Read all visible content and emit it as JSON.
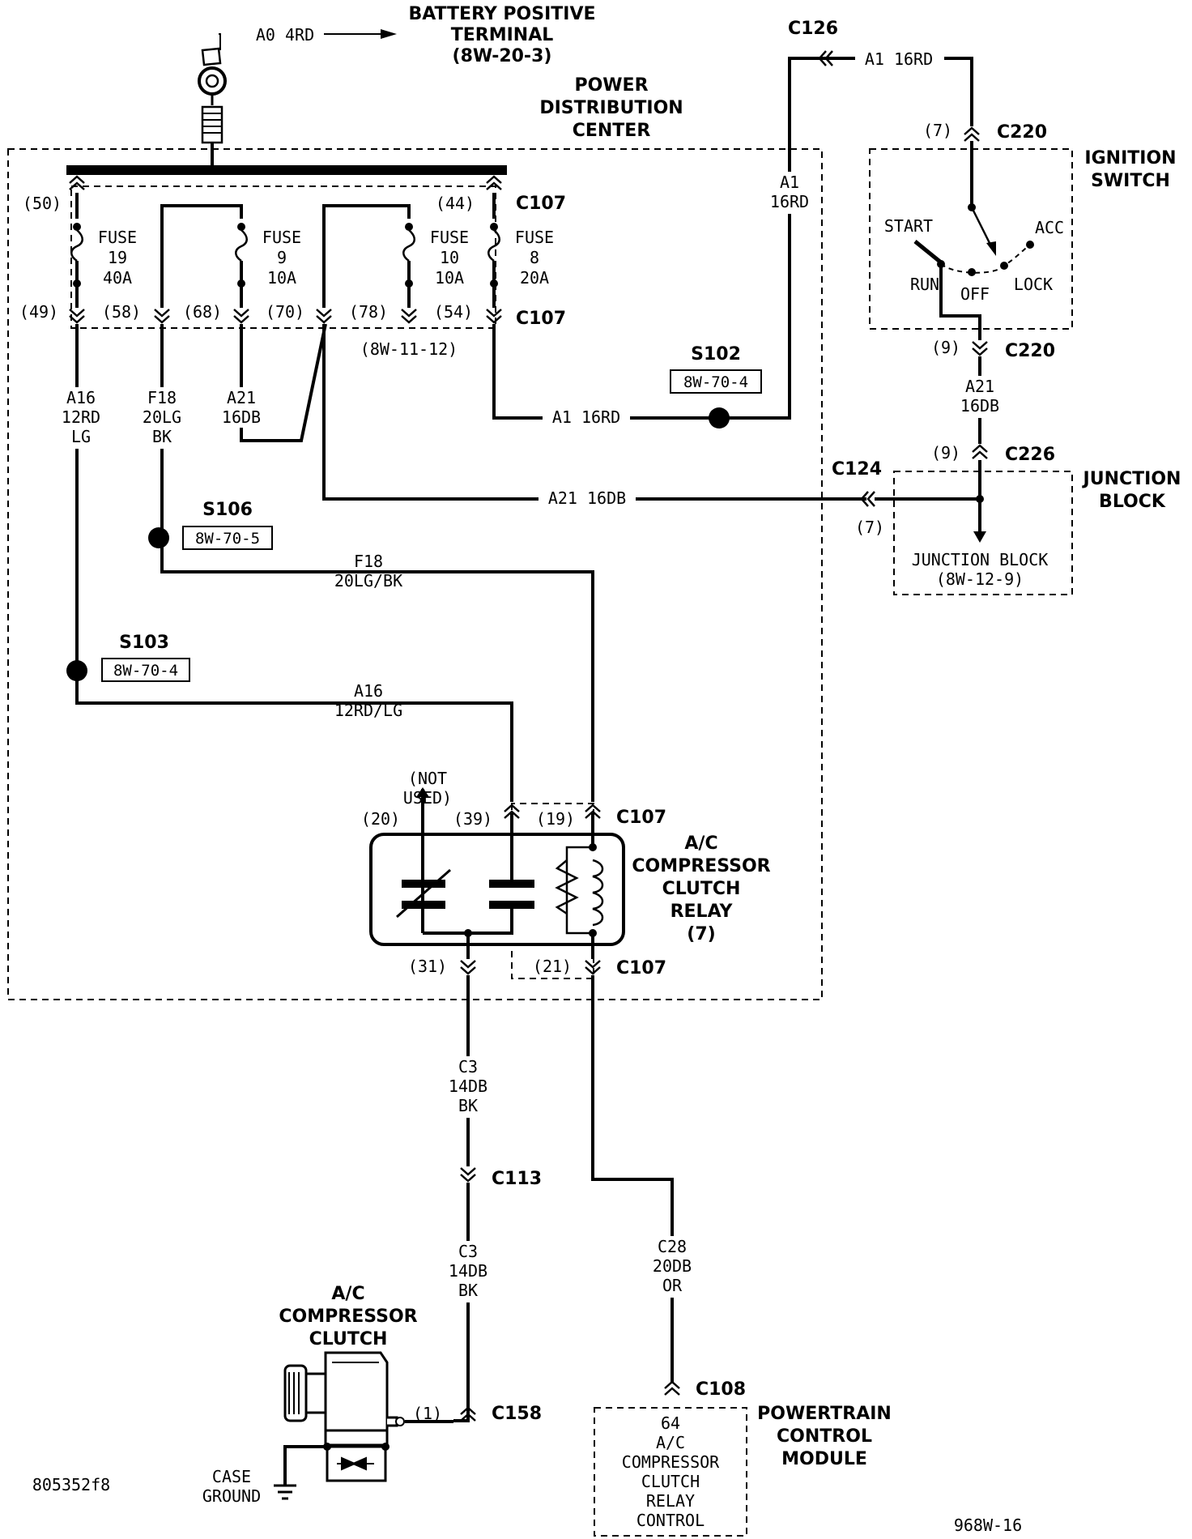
{
  "battery": {
    "wire": "A0 4RD",
    "title_1": "BATTERY POSITIVE",
    "title_2": "TERMINAL",
    "ref": "(8W-20-3)"
  },
  "pdc": {
    "title_1": "POWER",
    "title_2": "DISTRIBUTION",
    "title_3": "CENTER"
  },
  "fuses": [
    {
      "name": "FUSE",
      "number": "19",
      "rating": "40A"
    },
    {
      "name": "FUSE",
      "number": "9",
      "rating": "10A"
    },
    {
      "name": "FUSE",
      "number": "10",
      "rating": "10A"
    },
    {
      "name": "FUSE",
      "number": "8",
      "rating": "20A"
    }
  ],
  "c107_top_pins": {
    "p50": "(50)",
    "p44": "(44)"
  },
  "c107_bottom_pins": {
    "p49": "(49)",
    "p58": "(58)",
    "p68": "(68)",
    "p70": "(70)",
    "p78": "(78)",
    "p54": "(54)",
    "ref": "(8W-11-12)"
  },
  "connectors": {
    "c107": "C107",
    "c126": "C126",
    "c220": "C220",
    "c226": "C226",
    "c124": "C124",
    "c113": "C113",
    "c158": "C158",
    "c108": "C108"
  },
  "wires": {
    "a16": {
      "l1": "A16",
      "l2": "12RD",
      "l3": "LG",
      "joined": "12RD/LG"
    },
    "f18": {
      "l1": "F18",
      "l2": "20LG",
      "l3": "BK",
      "joined": "20LG/BK"
    },
    "a21": {
      "l1": "A21",
      "l2": "16DB",
      "full": "A21 16DB"
    },
    "a1": {
      "l1": "A1",
      "l2": "16RD",
      "full": "A1 16RD"
    },
    "c3": {
      "l1": "C3",
      "l2": "14DB",
      "l3": "BK"
    },
    "c28": {
      "l1": "C28",
      "l2": "20DB",
      "l3": "OR"
    }
  },
  "splices": {
    "s102": {
      "name": "S102",
      "ref": "8W-70-4"
    },
    "s106": {
      "name": "S106",
      "ref": "8W-70-5"
    },
    "s103": {
      "name": "S103",
      "ref": "8W-70-4"
    }
  },
  "ignition": {
    "title_1": "IGNITION",
    "title_2": "SWITCH",
    "start": "START",
    "acc": "ACC",
    "run": "RUN",
    "off": "OFF",
    "lock": "LOCK",
    "pin_in": "(7)",
    "pin_out": "(9)"
  },
  "junction": {
    "title_1": "JUNCTION",
    "title_2": "BLOCK",
    "box_1": "JUNCTION BLOCK",
    "box_2": "(8W-12-9)",
    "pin_c226": "(9)",
    "pin_c124": "(7)"
  },
  "relay": {
    "title_1": "A/C",
    "title_2": "COMPRESSOR",
    "title_3": "CLUTCH",
    "title_4": "RELAY",
    "title_5": "(7)",
    "not_used_1": "(NOT",
    "not_used_2": "USED)",
    "p20": "(20)",
    "p39": "(39)",
    "p19": "(19)",
    "p31": "(31)",
    "p21": "(21)"
  },
  "clutch": {
    "title_1": "A/C",
    "title_2": "COMPRESSOR",
    "title_3": "CLUTCH",
    "pin": "(1)",
    "ground_1": "CASE",
    "ground_2": "GROUND"
  },
  "pcm": {
    "title_1": "POWERTRAIN",
    "title_2": "CONTROL",
    "title_3": "MODULE",
    "l1": "64",
    "l2": "A/C",
    "l3": "COMPRESSOR",
    "l4": "CLUTCH",
    "l5": "RELAY",
    "l6": "CONTROL"
  },
  "footer": {
    "left_id": "805352f8",
    "right_id": "968W-16"
  }
}
